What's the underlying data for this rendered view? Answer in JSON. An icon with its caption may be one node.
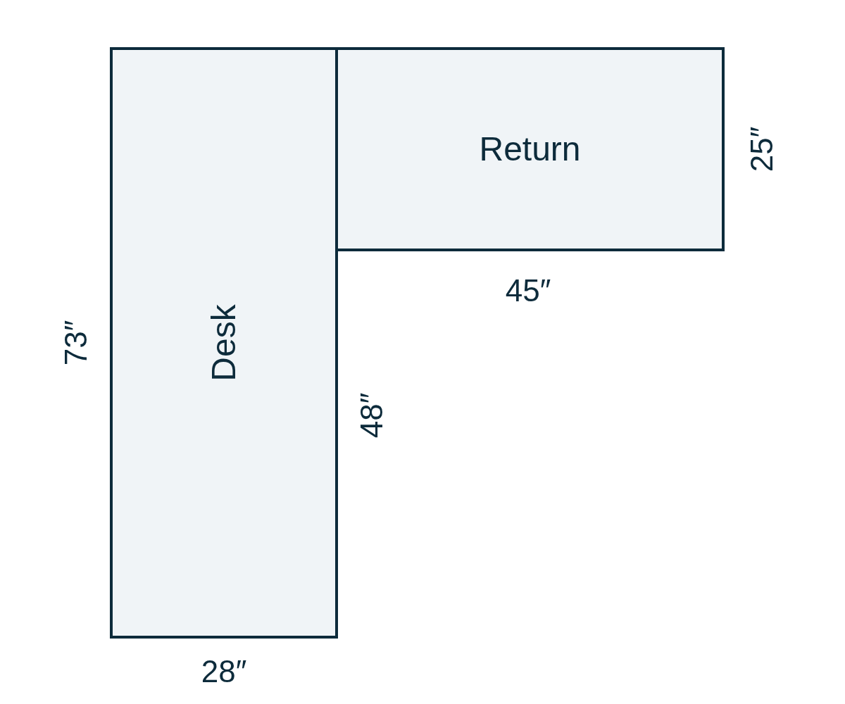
{
  "diagram": {
    "nodes": [
      {
        "text": [
          "Desk"
        ]
      },
      {
        "text": [
          "Return"
        ]
      }
    ],
    "labels": [
      "73″",
      "25″",
      "45″",
      "48″",
      "28″"
    ]
  }
}
